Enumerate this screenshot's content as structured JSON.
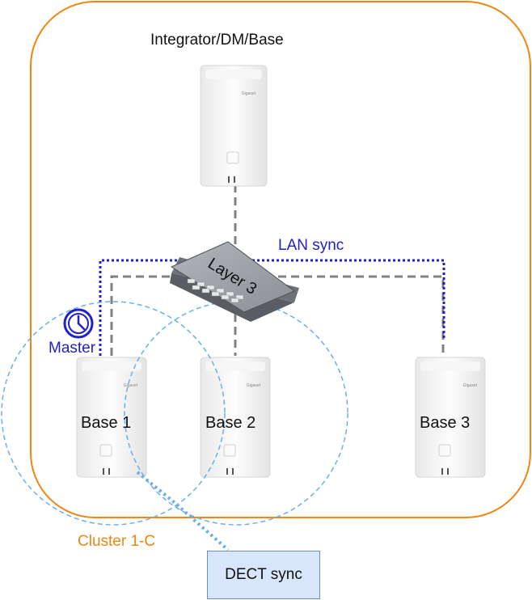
{
  "diagram": {
    "nodes": {
      "integrator": {
        "label": "Integrator/DM/Base",
        "brand": "Gigaset"
      },
      "switch": {
        "label": "Layer 3"
      },
      "base1": {
        "label": "Base 1",
        "brand": "Gigaset"
      },
      "base2": {
        "label": "Base 2",
        "brand": "Gigaset"
      },
      "base3": {
        "label": "Base 3",
        "brand": "Gigaset"
      },
      "master": {
        "label": "Master",
        "icon": "clock-icon"
      },
      "dect_sync": {
        "label": "DECT sync"
      }
    },
    "lan_sync_label": "LAN sync",
    "cluster_label": "Cluster 1-C",
    "edges": [
      {
        "from": "integrator",
        "to": "switch",
        "style": "dashed-gray"
      },
      {
        "from": "switch",
        "to": "base1",
        "style": "dashed-gray"
      },
      {
        "from": "switch",
        "to": "base2",
        "style": "dashed-gray"
      },
      {
        "from": "switch",
        "to": "base3",
        "style": "dashed-gray"
      },
      {
        "from": "base1",
        "to": "base3",
        "style": "dotted-blue",
        "label": "LAN sync"
      },
      {
        "from": "base1",
        "to": "dect_sync",
        "style": "dotted-lightblue"
      }
    ],
    "colors": {
      "cluster_border": "#f0860f",
      "cluster_label": "#f0860f",
      "lan_sync": "#1f1fcc",
      "ethernet": "#808080",
      "dect_range": "#6aaef0",
      "dect_box_fill": "#d8e6fb",
      "dect_box_border": "#6c8ebf"
    }
  }
}
